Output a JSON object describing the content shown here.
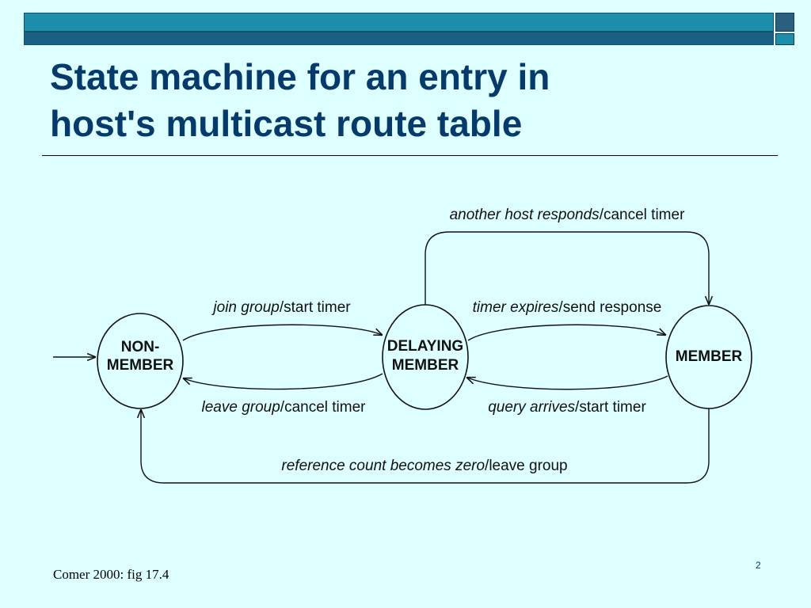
{
  "slide": {
    "title_line1": "State machine for an entry in",
    "title_line2": "host's multicast route table",
    "credit": "Comer 2000: fig 17.4",
    "page_number": "2"
  },
  "diagram": {
    "states": {
      "non_member": [
        "NON-",
        "MEMBER"
      ],
      "delaying_member": [
        "DELAYING",
        "MEMBER"
      ],
      "member": [
        "MEMBER"
      ]
    },
    "transitions": {
      "join_group": {
        "event": "join group",
        "action": "start timer"
      },
      "leave_group": {
        "event": "leave group",
        "action": "cancel timer"
      },
      "timer_expires": {
        "event": "timer expires",
        "action": "send response"
      },
      "query_arrives": {
        "event": "query arrives",
        "action": "start timer"
      },
      "another_host": {
        "event": "another host responds",
        "action": "cancel timer"
      },
      "ref_count": {
        "event": "reference count becomes zero",
        "action": "leave group"
      }
    }
  }
}
